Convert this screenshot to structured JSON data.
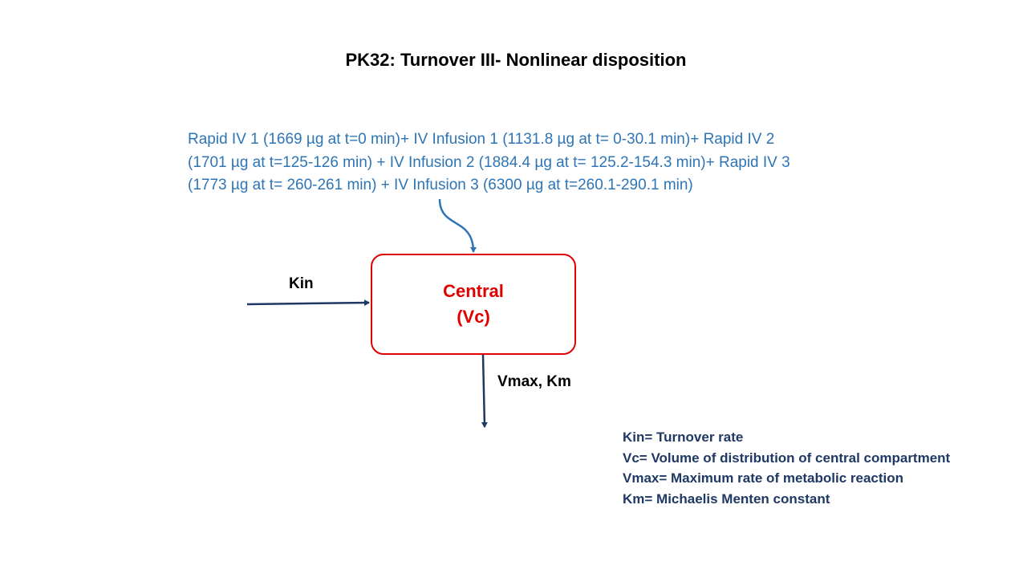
{
  "title": "PK32: Turnover III- Nonlinear disposition",
  "dosing_lines": [
    "Rapid IV 1 (1669 µg at t=0 min)+ IV Infusion 1 (1131.8 µg at t= 0-30.1 min)+ Rapid IV 2",
    "(1701 µg at t=125-126 min) + IV Infusion 2 (1884.4 µg at t= 125.2-154.3 min)+ Rapid IV 3",
    "(1773 µg at t= 260-261 min) + IV Infusion 3 (6300 µg at t=260.1-290.1 min)"
  ],
  "compartment": {
    "name": "Central",
    "volume": "(Vc)"
  },
  "input_label": "Kin",
  "output_label": "Vmax, Km",
  "legend": [
    "Kin= Turnover rate",
    "Vc= Volume of distribution  of central compartment",
    "Vmax= Maximum rate of metabolic reaction",
    "Km= Michaelis Menten constant"
  ],
  "colors": {
    "dosing_text": "#2E75B6",
    "compartment": "#E00000",
    "arrows": "#1F3864",
    "legend_text": "#1F3864"
  }
}
